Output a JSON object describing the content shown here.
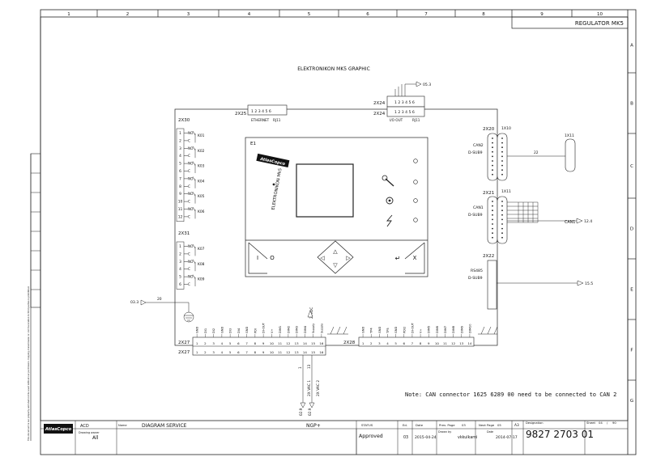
{
  "frame": {
    "cols": [
      "1",
      "2",
      "3",
      "4",
      "5",
      "6",
      "7",
      "8",
      "9",
      "10"
    ],
    "rows": [
      "A",
      "B",
      "C",
      "D",
      "E",
      "F",
      "G"
    ],
    "drawing_title": "REGULATOR MK5"
  },
  "module_title": "ELEKTRONIKON MK5 GRAPHIC",
  "brand": "AtlasCopco",
  "controller": {
    "ref": "E1",
    "name": "ELEKTRONIKON Mk5",
    "button_symbols": [
      "I",
      "O",
      "◁",
      "▷",
      "△",
      "▽",
      "↵",
      "X"
    ]
  },
  "ports": {
    "x25": {
      "ref": "2X25",
      "pins": "1 2 3 4 5 6",
      "label": "ETHERNET",
      "type": "RJ11"
    },
    "x24": {
      "ref_top": "2X24",
      "ref_bottom": "2X24",
      "pins": "1 2 3 4 5 6",
      "label": "I/O OUT",
      "type": "RJ11",
      "signal": "05.3"
    }
  },
  "x30": {
    "ref": "2X30",
    "rows": [
      {
        "pin": "1",
        "name": "NO"
      },
      {
        "pin": "2",
        "name": "C"
      },
      {
        "pin": "3",
        "name": "NO"
      },
      {
        "pin": "4",
        "name": "C"
      },
      {
        "pin": "5",
        "name": "NO"
      },
      {
        "pin": "6",
        "name": "C"
      },
      {
        "pin": "7",
        "name": "NO"
      },
      {
        "pin": "8",
        "name": "C"
      },
      {
        "pin": "9",
        "name": "NO"
      },
      {
        "pin": "10",
        "name": "C"
      },
      {
        "pin": "11",
        "name": "NO"
      },
      {
        "pin": "12",
        "name": "C"
      }
    ],
    "relays": [
      "K01",
      "K02",
      "K03",
      "K04",
      "K05",
      "K06"
    ]
  },
  "x31": {
    "ref": "2X31",
    "rows": [
      {
        "pin": "1",
        "name": "NO"
      },
      {
        "pin": "2",
        "name": "C"
      },
      {
        "pin": "3",
        "name": "NO"
      },
      {
        "pin": "4",
        "name": "C"
      },
      {
        "pin": "5",
        "name": "NO"
      },
      {
        "pin": "6",
        "name": "C"
      }
    ],
    "relays": [
      "K07",
      "K08",
      "K09"
    ]
  },
  "ground_ref": {
    "signal": "03.3",
    "wire": "20"
  },
  "x27": {
    "ref": "2X27",
    "ref2": "2X27",
    "pins": [
      "1",
      "2",
      "3",
      "4",
      "5",
      "6",
      "7",
      "8",
      "9",
      "10",
      "11",
      "12",
      "13",
      "14",
      "15",
      "16"
    ],
    "signals": [
      "GND",
      "DI1",
      "DI2",
      "GND",
      "DI3",
      "DI4",
      "GND",
      "PDI",
      "DI-OUT",
      "V+",
      "DIM1",
      "DIM2",
      "DIM3",
      "DIM4",
      "Supply",
      "Supply"
    ],
    "supply_label": "24VDC",
    "wire_a": "1",
    "wire_b": "13",
    "feed_label_a": "2X VAC 1",
    "feed_label_b": "2X VAC 2",
    "feed_ref_a": "02.9",
    "feed_ref_b": "02.9"
  },
  "x28": {
    "ref": "2X28",
    "pins": [
      "1",
      "2",
      "3",
      "4",
      "5",
      "6",
      "7",
      "8",
      "9",
      "10",
      "11",
      "12",
      "13",
      "14"
    ],
    "signals": [
      "GND",
      "TP4",
      "GND",
      "TP5",
      "GND",
      "PDI2",
      "DI-OUT",
      "V+",
      "DIM5",
      "DIM6",
      "DIM7",
      "DIM8",
      "DIM9",
      "DIM10"
    ]
  },
  "x20": {
    "ref": "2X20",
    "sub": "1X10",
    "label1": "CAN2",
    "label2": "D-SUB9",
    "wire": "22",
    "dest": "1X11"
  },
  "x21": {
    "ref": "2X21",
    "sub": "1X11",
    "label1": "CAN1",
    "label2": "D-SUB9",
    "signal": "CAN1",
    "dest": "12.4"
  },
  "x22": {
    "ref": "2X22",
    "label1": "RS485",
    "label2": "D-SUB9",
    "dest": "15.5"
  },
  "note": "Note: CAN connector 1625 6289 00 need to be connected to CAN 2",
  "title_block": {
    "company": "AtlasCopco",
    "dept": "ACD",
    "drawing_owner_label": "Drawing owner",
    "drawing_owner": "All",
    "name_label": "Name",
    "name": "DIAGRAM SERVICE",
    "product": "NGP+",
    "status_label": "STATUS",
    "status": "Approved",
    "ed_label": "Ed.",
    "ed": "03",
    "date_label": "Date",
    "date": "2015-04-24",
    "prev_page_label": "Prev. Page",
    "prev_page": "03",
    "next_page_label": "Next Page",
    "next_page": "05",
    "size": "A3",
    "drawn_by_label": "Drawn by",
    "drawn_by": "vkkulkarni",
    "drawn_date_label": "Date",
    "drawn_date": "2014-07-17",
    "designation_label": "Designation",
    "designation": "9827 2703 01",
    "sheet_label": "Sheet",
    "sheet": "04",
    "sheet_total": "90"
  },
  "margin_notice": "This document is our property and shall not be used without our permission. Copying, transmission or communication to third parties is prohibited."
}
